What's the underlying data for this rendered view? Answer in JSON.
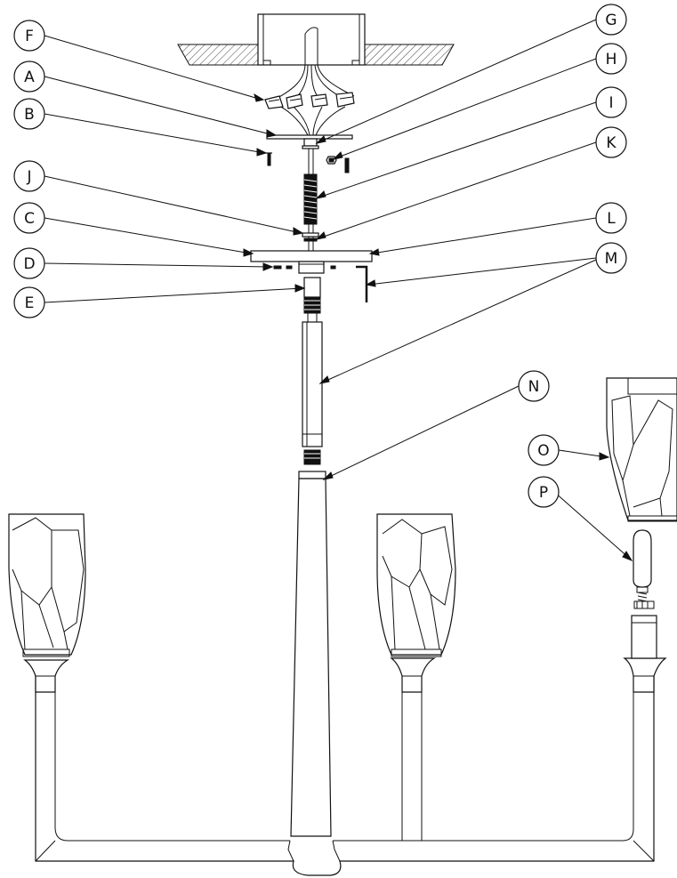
{
  "diagram": {
    "callouts": [
      {
        "id": "F",
        "letter": "F"
      },
      {
        "id": "A",
        "letter": "A"
      },
      {
        "id": "B",
        "letter": "B"
      },
      {
        "id": "J",
        "letter": "J"
      },
      {
        "id": "C",
        "letter": "C"
      },
      {
        "id": "D",
        "letter": "D"
      },
      {
        "id": "E",
        "letter": "E"
      },
      {
        "id": "G",
        "letter": "G"
      },
      {
        "id": "H",
        "letter": "H"
      },
      {
        "id": "I",
        "letter": "I"
      },
      {
        "id": "K",
        "letter": "K"
      },
      {
        "id": "L",
        "letter": "L"
      },
      {
        "id": "M",
        "letter": "M"
      },
      {
        "id": "N",
        "letter": "N"
      },
      {
        "id": "O",
        "letter": "O"
      },
      {
        "id": "P",
        "letter": "P"
      }
    ]
  }
}
